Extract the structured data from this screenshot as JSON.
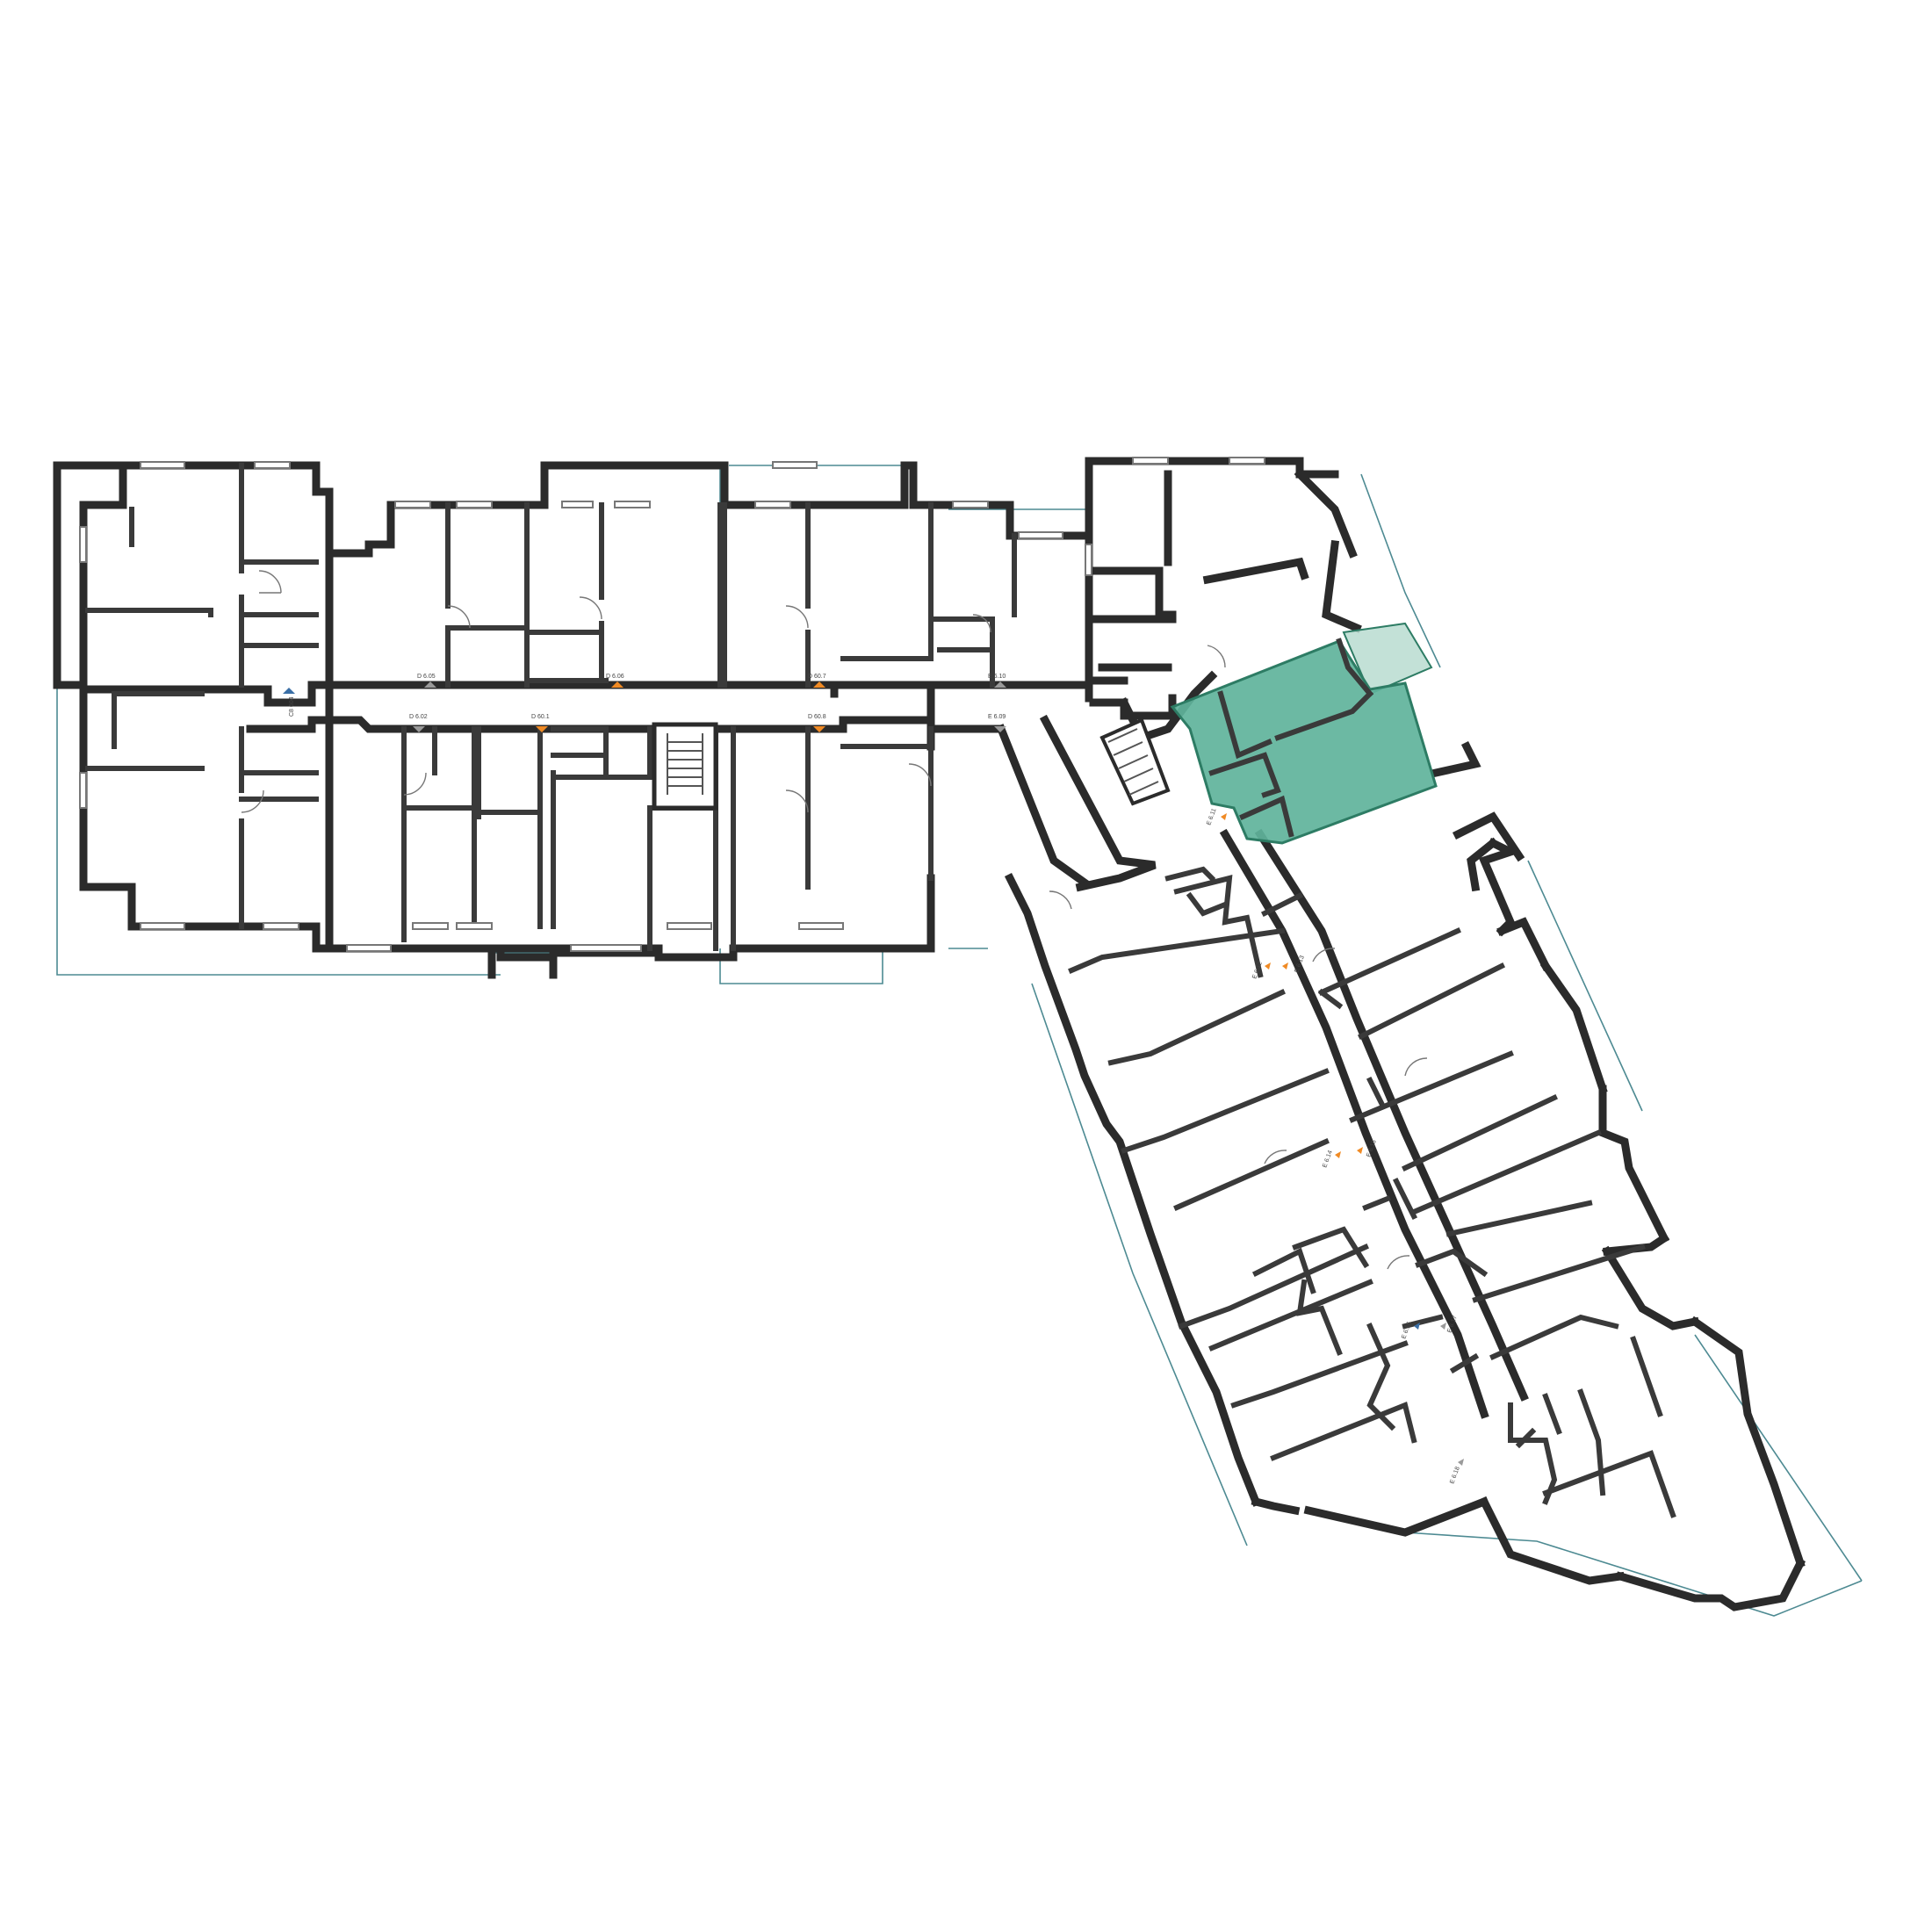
{
  "plan": {
    "highlight_color": "#5fb39b",
    "balcony_highlight_color": "#b9dcd0",
    "wall_color": "#2b2b2b",
    "balcony_line_color": "#4d8a92",
    "marker_orange": "#f08a24",
    "marker_blue": "#3a6fa6",
    "door_labels": [
      {
        "id": "d604",
        "text": "C8 604"
      },
      {
        "id": "d605",
        "text": "D 6.05"
      },
      {
        "id": "d606",
        "text": "D 6.06"
      },
      {
        "id": "d607",
        "text": "D 60.7"
      },
      {
        "id": "d610",
        "text": "E 6.10"
      },
      {
        "id": "d602",
        "text": "D 6.02"
      },
      {
        "id": "d601",
        "text": "D 60.1"
      },
      {
        "id": "d608",
        "text": "D 60.8"
      },
      {
        "id": "d609",
        "text": "E 6.09"
      },
      {
        "id": "e611",
        "text": "E 6.11"
      },
      {
        "id": "e612",
        "text": "E 6.12"
      },
      {
        "id": "e613",
        "text": "E 6.13"
      },
      {
        "id": "e614",
        "text": "E 6.14"
      },
      {
        "id": "e615",
        "text": "E 6.15"
      },
      {
        "id": "e616",
        "text": "E 6.16"
      },
      {
        "id": "e617",
        "text": "E 6.17"
      },
      {
        "id": "e618",
        "text": "E 6.18"
      }
    ]
  }
}
